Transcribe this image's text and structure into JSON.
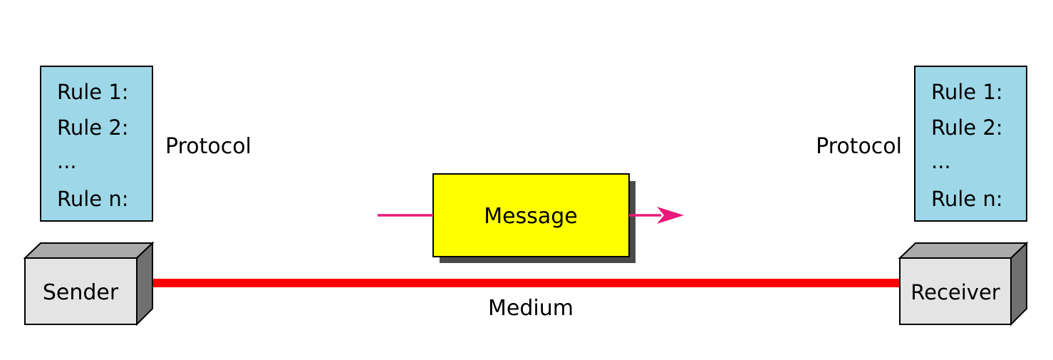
{
  "sender": {
    "rules": [
      "Rule 1:",
      "Rule 2:",
      "...",
      "Rule n:"
    ],
    "protocol_label": "Protocol",
    "device_label": "Sender"
  },
  "receiver": {
    "rules": [
      "Rule 1:",
      "Rule 2:",
      "...",
      "Rule n:"
    ],
    "protocol_label": "Protocol",
    "device_label": "Receiver"
  },
  "message_label": "Message",
  "medium_label": "Medium",
  "colors": {
    "rule_box_fill": "#9ed8e8",
    "device_front": "#e4e4e4",
    "device_top": "#aaaaaa",
    "device_side": "#707070",
    "message_fill": "#ffff00",
    "medium_line": "#ff0000",
    "arrow": "#e8197a",
    "shadow": "#4a4a4a"
  }
}
